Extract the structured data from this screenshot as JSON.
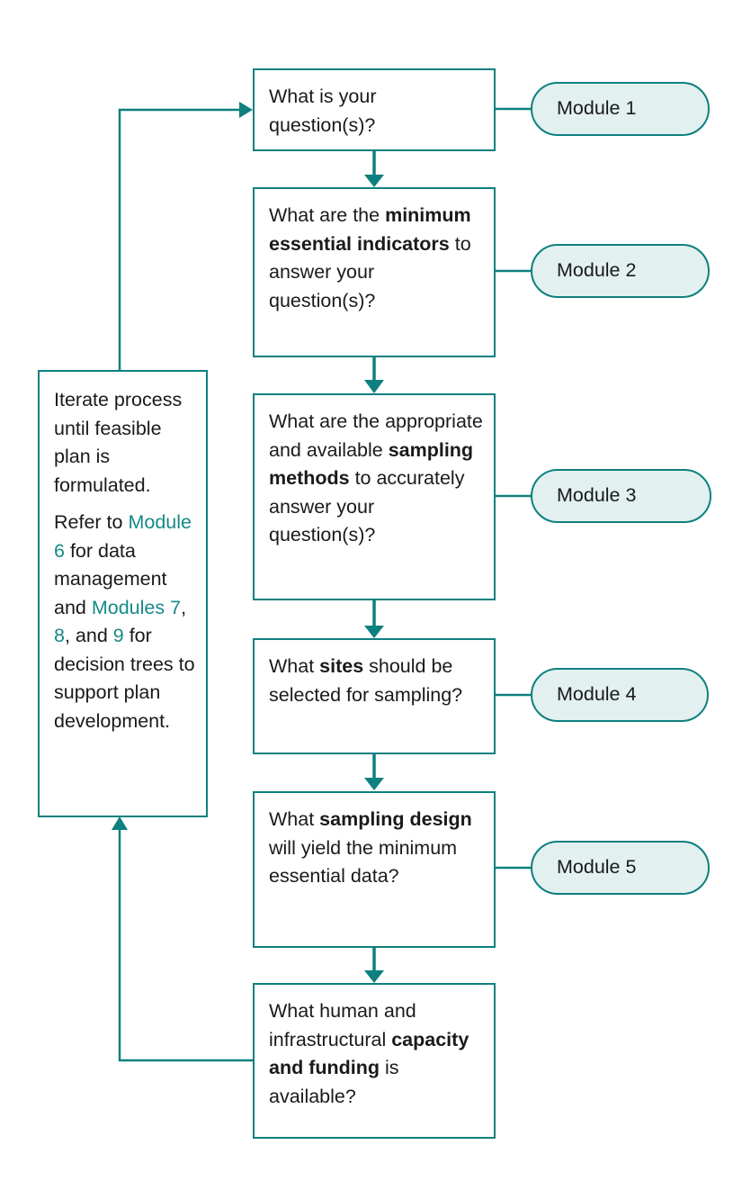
{
  "colors": {
    "accent": "#0e8080",
    "module_fill": "#e2f0ef",
    "link": "#178a86"
  },
  "steps": [
    {
      "t1": "What is your question(s)?"
    },
    {
      "t1": "What are the ",
      "b1": "minimum essential indicators",
      "t2": " to answer your question(s)?"
    },
    {
      "t1": "What are the appropriate and available ",
      "b1": "sampling methods",
      "t2": " to accurately answer your question(s)?"
    },
    {
      "t1": "What ",
      "b1": "sites",
      "t2": " should be selected for sampling?"
    },
    {
      "t1": "What ",
      "b1": "sampling design",
      "t2": " will yield the minimum essential data?"
    },
    {
      "t1": "What human and infrastructural ",
      "b1": "capacity and funding",
      "t2": " is available?"
    }
  ],
  "modules": [
    "Module 1",
    "Module 2",
    "Module 3",
    "Module 4",
    "Module 5"
  ],
  "iterate": {
    "p1": "Iterate process until feasible plan is formulated.",
    "p2a": "Refer to ",
    "link6": "Module 6",
    "p2b": " for data management and ",
    "link_modules7": "Modules 7",
    "sep1": ", ",
    "link8": "8",
    "sep2": ", and ",
    "link9": "9",
    "p2c": " for decision trees to support plan development."
  }
}
